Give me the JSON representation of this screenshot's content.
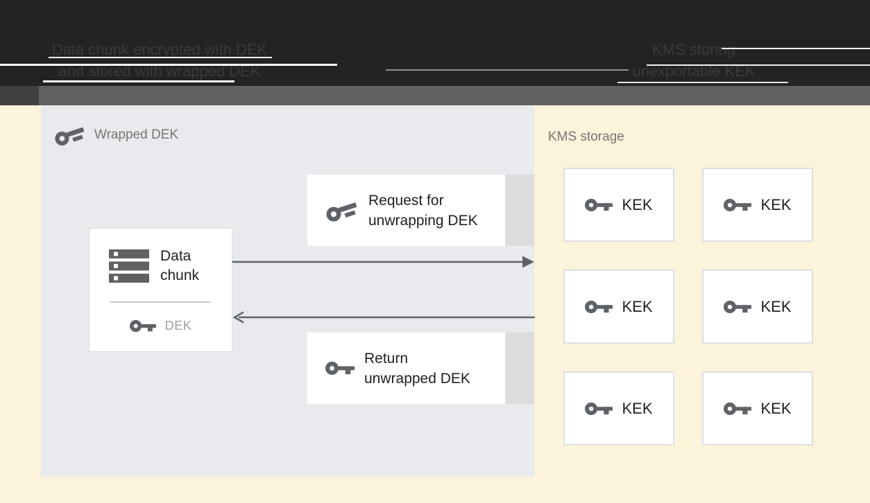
{
  "header": {
    "left_caption": [
      "Data chunk encrypted with DEK",
      "and stored with wrapped DEK"
    ],
    "right_caption": [
      "KMS storing",
      "unexportable KEK"
    ]
  },
  "dek_panel": {
    "title": "Wrapped DEK",
    "data_chunk": {
      "label": [
        "Data",
        "chunk"
      ],
      "key_label": "DEK"
    },
    "request_box": [
      "Request for",
      "unwrapping DEK"
    ],
    "return_box": [
      "Return",
      "unwrapped DEK"
    ]
  },
  "kms": {
    "title": "KMS storage",
    "kek_labels": [
      "KEK",
      "KEK",
      "KEK",
      "KEK",
      "KEK",
      "KEK"
    ]
  },
  "icons": {
    "key": "key-icon",
    "tilted_key": "tilted-key-icon",
    "storage": "storage-stack-icon",
    "arrow_right": "arrow-right-icon",
    "arrow_left": "arrow-left-icon"
  },
  "colors": {
    "header_bg": "#232323",
    "header_text": "#3a3a3a",
    "divider_band": "#616161",
    "canvas_bg": "#fbf3da",
    "panel_bg": "#e8eaed",
    "box_bg": "#ffffff",
    "box_border": "#dadce0",
    "icon_and_arrow": "#5f6368",
    "text_dark": "#202124",
    "text_gray": "#757575",
    "text_light_gray": "#9e9e9e"
  }
}
